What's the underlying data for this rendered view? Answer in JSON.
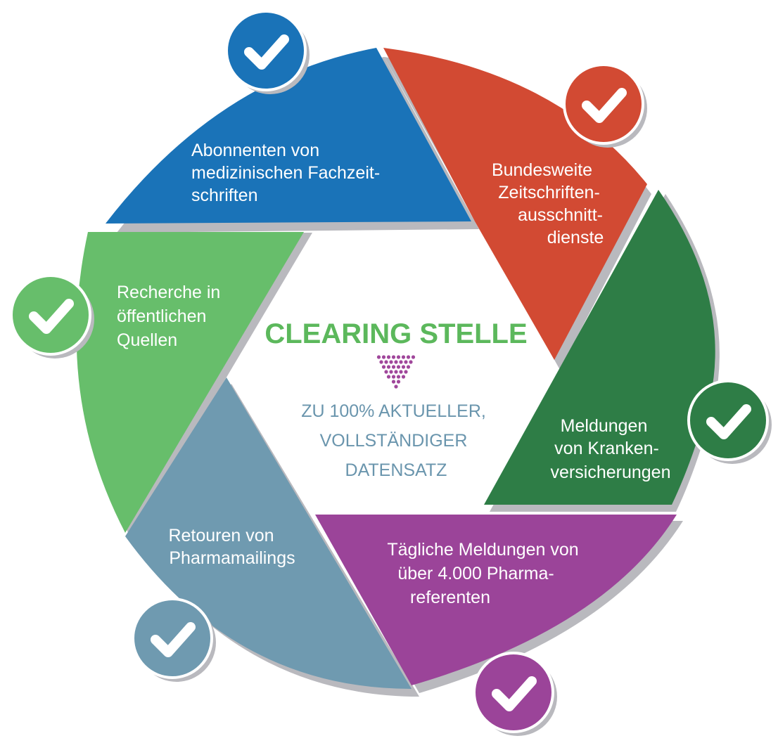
{
  "center": {
    "title": "CLEARING STELLE",
    "subtitle_lines": [
      "ZU 100% AKTUELLER,",
      "VOLLSTÄNDIGER",
      "DATENSATZ"
    ],
    "title_color": "#5cb85c",
    "subtitle_color": "#6a95ad",
    "funnel_color": "#a0479b"
  },
  "segments": [
    {
      "id": "blue",
      "color": "#1a73b8",
      "check_color": "#1a73b8",
      "lines": [
        "Abonnenten von",
        "medizinischen Fachzeit-",
        "schriften"
      ]
    },
    {
      "id": "red",
      "color": "#d24a33",
      "check_color": "#d24a33",
      "lines": [
        "Bundesweite",
        "Zeitschriften-",
        "ausschnitt-",
        "dienste"
      ]
    },
    {
      "id": "dkgreen",
      "color": "#2e7d46",
      "check_color": "#2e7d46",
      "lines": [
        "Meldungen",
        "von Kranken-",
        "versicherungen"
      ]
    },
    {
      "id": "purple",
      "color": "#9b4499",
      "check_color": "#9b4499",
      "lines": [
        "Tägliche Meldungen von",
        "über 4.000 Pharma-",
        "referenten"
      ]
    },
    {
      "id": "slate",
      "color": "#6f9ab0",
      "check_color": "#6f9ab0",
      "lines": [
        "Retouren von",
        "Pharmamailings"
      ]
    },
    {
      "id": "ltgreen",
      "color": "#67be6b",
      "check_color": "#67be6b",
      "lines": [
        "Recherche in",
        "öffentlichen",
        "Quellen"
      ]
    }
  ],
  "icons": {
    "check": "check-icon"
  }
}
